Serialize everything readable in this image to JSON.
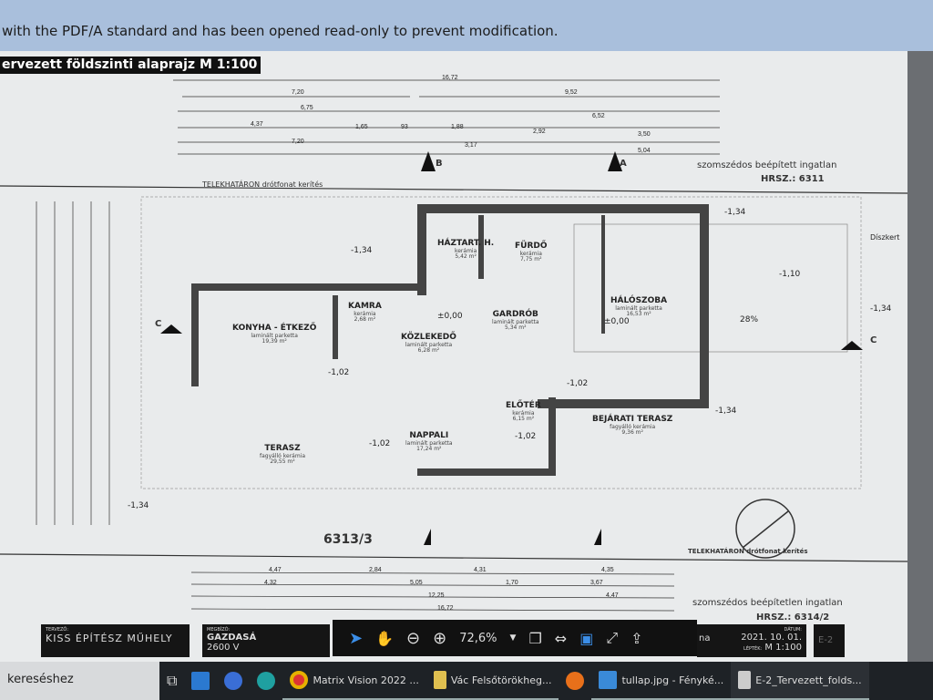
{
  "infobar": {
    "message": "with the PDF/A standard and has been opened read-only to prevent modification."
  },
  "drawing": {
    "title": "ervezett földszinti alaprajz M 1:100",
    "top_dims": [
      "16,72",
      "7,20",
      "9,52",
      "6,75",
      "6,52",
      "4,37",
      "1,65",
      "93",
      "1,88",
      "2,92",
      "3,50",
      "7,20",
      "3,17",
      "5,04"
    ],
    "bottom_dims": [
      "4,47",
      "2,84",
      "4,31",
      "4,35",
      "4,32",
      "5,05",
      "1,70",
      "3,67",
      "12,25",
      "4,47",
      "16,72"
    ],
    "boundary_label": "TELEKHATÁRON drótfonat kerítés",
    "neighbor_top": "szomszédos beépített ingatlan",
    "hrsz_top": "HRSZ.: 6311",
    "neighbor_bottom": "szomszédos beépítetlen ingatlan",
    "hrsz_bottom": "HRSZ.: 6314/2",
    "parcel": "6313/3",
    "section_marks": [
      "A",
      "B",
      "C"
    ],
    "rooms": [
      {
        "name": "HÁZTART. H.",
        "floor": "kerámia",
        "area": "5,42 m²"
      },
      {
        "name": "FÜRDŐ",
        "floor": "kerámia",
        "area": "7,75 m²"
      },
      {
        "name": "HÁLÓSZOBA",
        "floor": "laminált parketta",
        "area": "16,53 m²"
      },
      {
        "name": "KAMRA",
        "floor": "kerámia",
        "area": "2,68 m²"
      },
      {
        "name": "GARDRÓB",
        "floor": "laminált parketta",
        "area": "5,34 m²"
      },
      {
        "name": "KÖZLEKEDŐ",
        "floor": "laminált parketta",
        "area": "6,28 m²"
      },
      {
        "name": "KONYHA - ÉTKEZŐ",
        "floor": "laminált parketta",
        "area": "19,39 m²"
      },
      {
        "name": "ELŐTÉR",
        "floor": "kerámia",
        "area": "6,15 m²"
      },
      {
        "name": "NAPPALI",
        "floor": "laminált parketta",
        "area": "17,24 m²"
      },
      {
        "name": "TERASZ",
        "floor": "fagyálló kerámia",
        "area": "29,55 m²"
      },
      {
        "name": "BEJÁRATI TERASZ",
        "floor": "fagyálló kerámia",
        "area": "9,36 m²"
      }
    ],
    "levels": [
      "-1,34",
      "-1,34",
      "±0,00",
      "±0,00",
      "-1,02",
      "-1,02",
      "-1,02",
      "-1,02",
      "-1,34",
      "-1,10",
      "-1,34",
      "-1,34"
    ],
    "slope": "28%",
    "garden": "Díszkert"
  },
  "titleblock": {
    "designer_label": "TERVEZŐ:",
    "designer": "KISS ÉPÍTÉSZ MŰHELY",
    "client_label": "MEGBÍZÓ:",
    "client": "GAZDASÁ",
    "client2": "2600 V",
    "partial": "na",
    "date_label": "DÁTUM:",
    "date": "2021. 10. 01.",
    "scale_label": "LÉPTÉK:",
    "scale": "M 1:100",
    "sheet": "E-2"
  },
  "toolbar": {
    "zoom": "72,6%",
    "tools": [
      "select-arrow",
      "hand",
      "zoom-out",
      "zoom-in",
      "zoom-dropdown",
      "page-view",
      "fit-width",
      "rotate",
      "full-screen",
      "share"
    ]
  },
  "taskbar": {
    "search": "kereséshez",
    "apps": [
      {
        "icon": "task-view",
        "label": ""
      },
      {
        "icon": "mail",
        "label": ""
      },
      {
        "icon": "qbittorrent",
        "label": ""
      },
      {
        "icon": "edge",
        "label": ""
      },
      {
        "icon": "chrome",
        "label": "Matrix Vision 2022 ..."
      },
      {
        "icon": "folder",
        "label": "Vác Felsőtörökheg..."
      },
      {
        "icon": "firefox",
        "label": ""
      },
      {
        "icon": "photos",
        "label": "tullap.jpg - Fényké..."
      },
      {
        "icon": "acrobat",
        "label": "E-2_Tervezett_folds..."
      }
    ]
  }
}
